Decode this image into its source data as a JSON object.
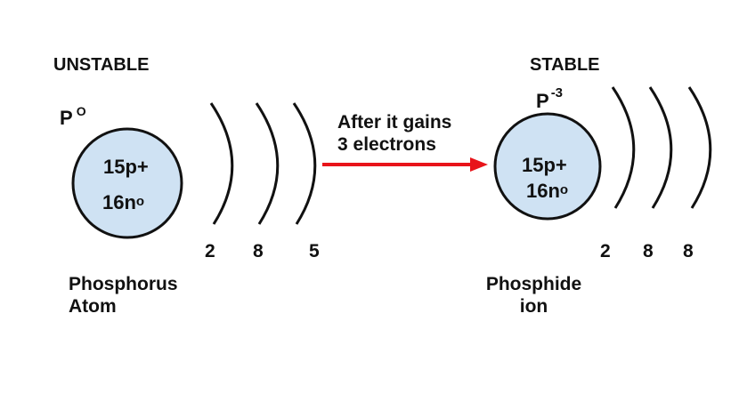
{
  "colors": {
    "nucleus_fill": "#cfe2f3",
    "outline": "#111111",
    "arrow": "#e8141a"
  },
  "atom": {
    "status": "UNSTABLE",
    "symbol": "P",
    "charge": "O",
    "protons": "15p+",
    "neutrons": "16n",
    "neutron_mark": "o",
    "shells": [
      "2",
      "8",
      "5"
    ],
    "name_line1": "Phosphorus",
    "name_line2": "Atom"
  },
  "transition": {
    "line1": "After it gains",
    "line2": "3 electrons"
  },
  "ion": {
    "status": "STABLE",
    "symbol": "P",
    "charge": "-3",
    "protons": "15p+",
    "neutrons": "16n",
    "neutron_mark": "o",
    "shells": [
      "2",
      "8",
      "8"
    ],
    "name_line1": "Phosphide",
    "name_line2": "ion"
  }
}
